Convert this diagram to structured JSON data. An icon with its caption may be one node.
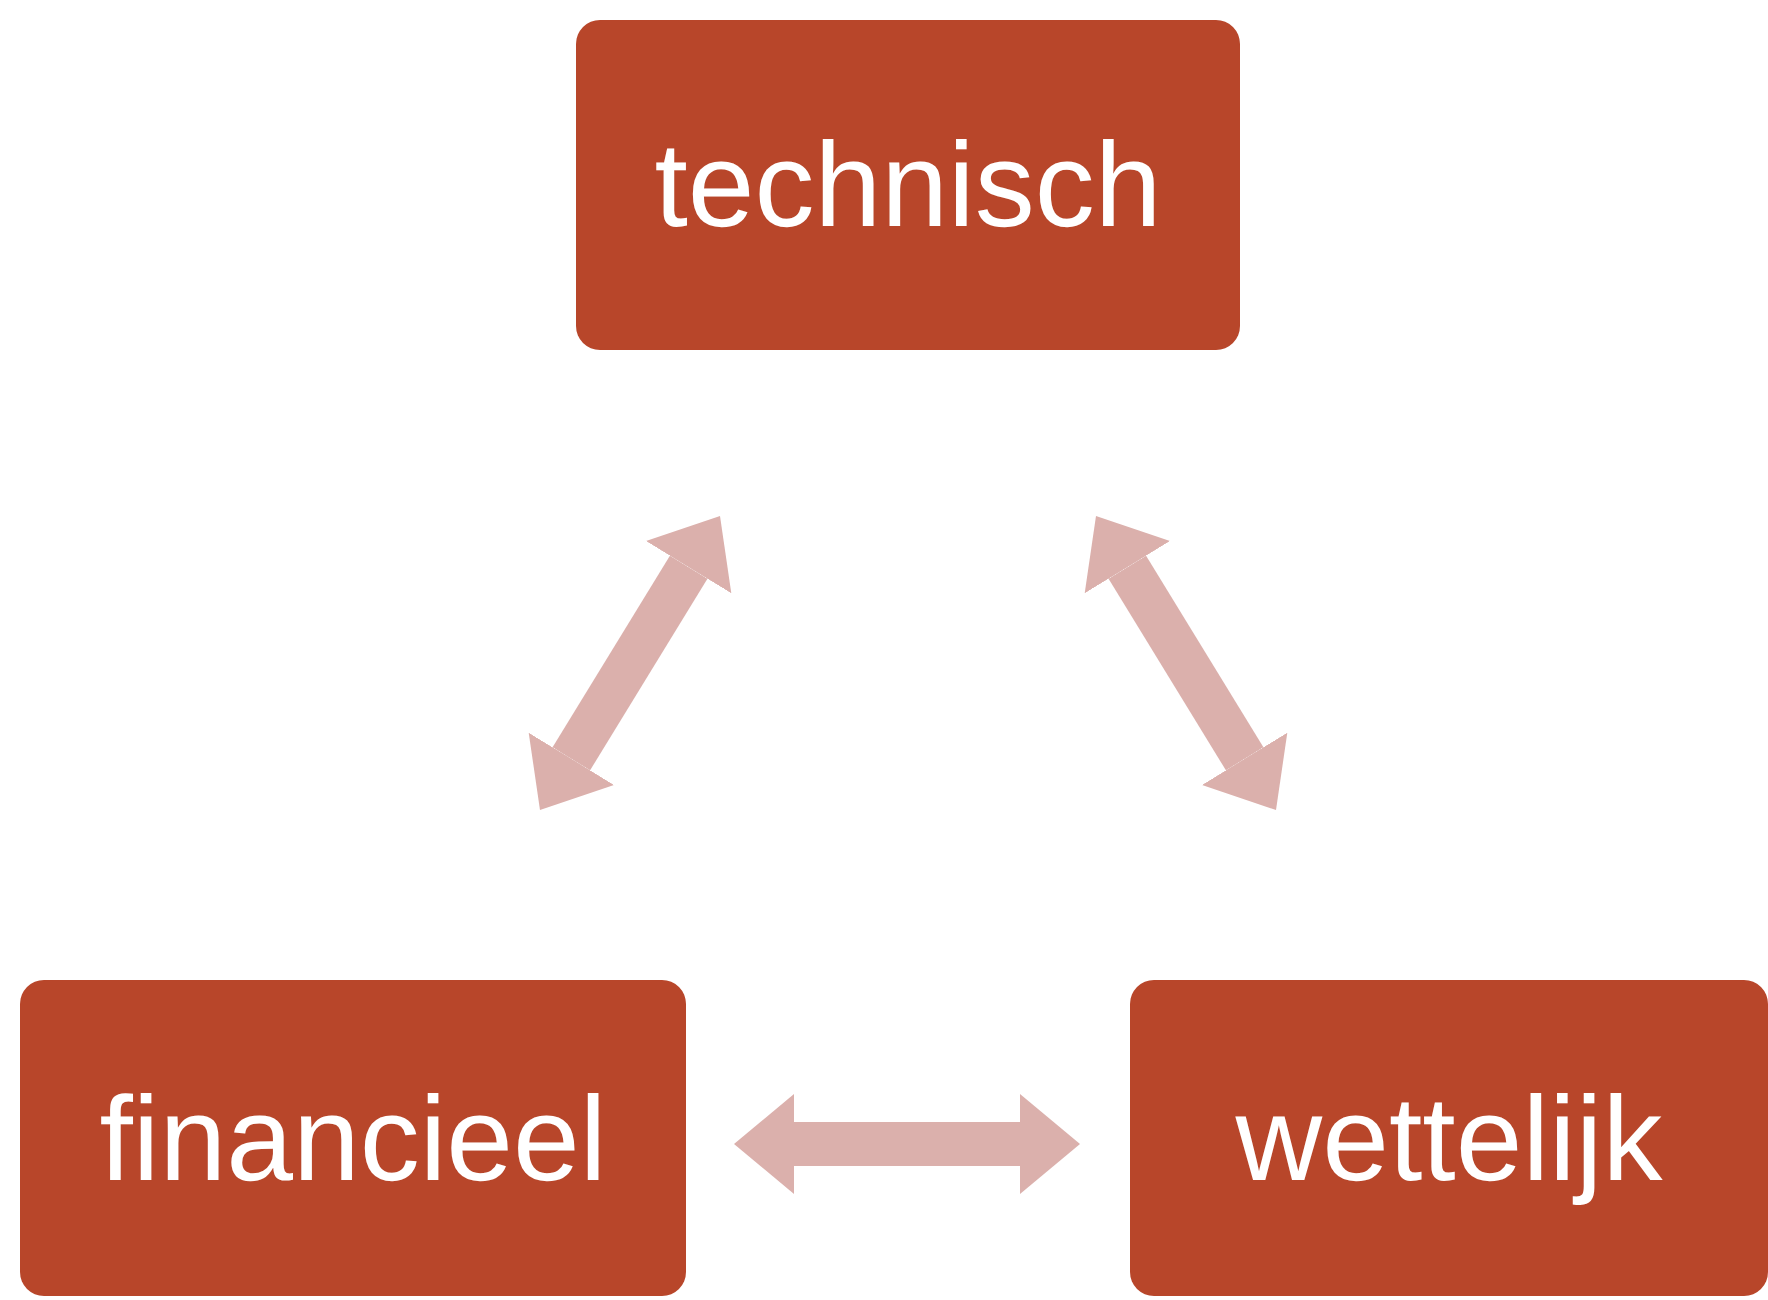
{
  "diagram": {
    "nodes": [
      {
        "text": [
          "technisch"
        ]
      },
      {
        "text": [
          "financieel"
        ]
      },
      {
        "text": [
          "wettelijk"
        ]
      }
    ],
    "edges": [
      {
        "from": 1,
        "to": 0,
        "arrow": "both"
      },
      {
        "from": 0,
        "to": 2,
        "arrow": "both"
      },
      {
        "from": 1,
        "to": 2,
        "arrow": "both"
      }
    ]
  }
}
